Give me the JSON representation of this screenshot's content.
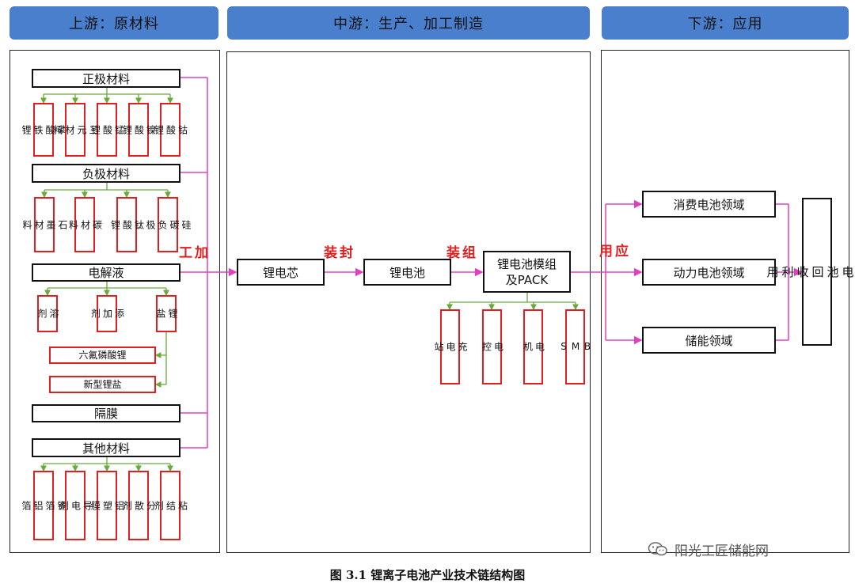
{
  "headers": {
    "upstream": "上游：原材料",
    "midstream": "中游：生产、加工制造",
    "downstream": "下游：应用"
  },
  "upstream": {
    "cathode": {
      "title": "正极材料",
      "items": [
        "磷\n酸\n铁\n锂",
        "三\n元\n材\n料",
        "锰\n酸\n锂",
        "镍\n酸\n锂",
        "钴\n酸\n锂"
      ]
    },
    "anode": {
      "title": "负极材料",
      "items": [
        "石\n墨\n材\n料",
        "碳\n材\n料",
        "钛\n酸\n锂",
        "硅\n碳\n负\n极"
      ]
    },
    "electrolyte": {
      "title": "电解液",
      "items": [
        "溶\n剂",
        "添\n加\n剂",
        "锂\n盐"
      ],
      "salts": [
        "六氟磷酸锂",
        "新型锂盐"
      ]
    },
    "separator": {
      "title": "隔膜"
    },
    "other": {
      "title": "其他材料",
      "items": [
        "铜\n箔\n铝\n箔",
        "导\n电\n剂",
        "铝\n塑\n膜",
        "分\n散\n剂",
        "粘\n结\n剂"
      ]
    },
    "process_label": "加\n工"
  },
  "midstream": {
    "cell": "锂电芯",
    "seal_label": "封\n装",
    "battery": "锂电池",
    "assemble_label": "组\n装",
    "module": "锂电池模组\n及PACK",
    "parts": [
      "充\n电\n站",
      "电\n控",
      "电\n机",
      "B\nM\nS"
    ]
  },
  "downstream": {
    "apply_label": "应\n用",
    "fields": [
      "消费电池领域",
      "动力电池领域",
      "储能领域"
    ],
    "recycle": "锂\n电\n池\n回\n收\n利\n用"
  },
  "caption": "图 3.1 锂离子电池产业技术链结构图",
  "watermark": "阳光工匠储能网",
  "colors": {
    "header": "#4a7fce",
    "accent_red": "#e02020",
    "link_magenta": "#e040c0",
    "link_green": "#6aaa3a"
  }
}
